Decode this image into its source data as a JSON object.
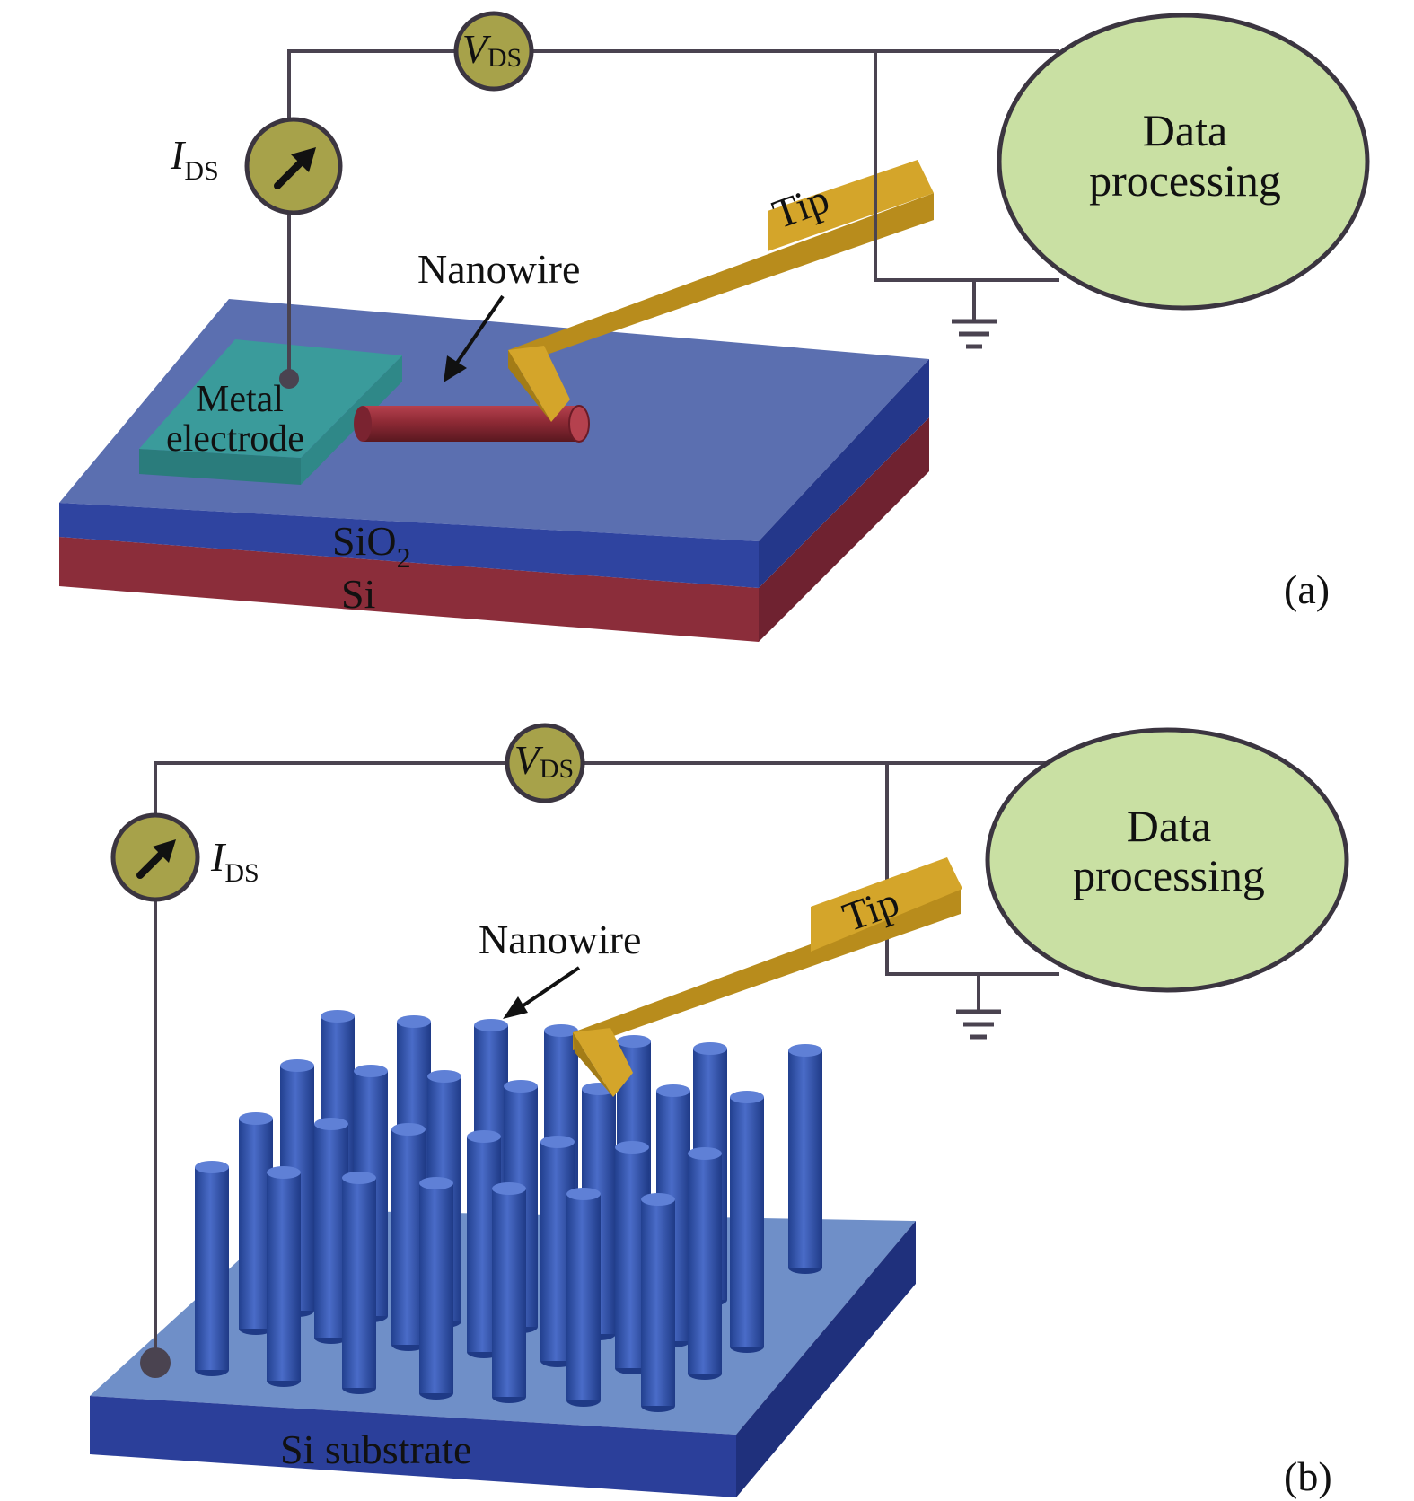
{
  "colors": {
    "meter_fill": "#a7a24a",
    "sio2": "#5b6fb0",
    "sio2_edge": "#2f44a0",
    "si": "#8b2d3a",
    "electrode": "#3a9b9b",
    "nanowire_a": "#8e2a35",
    "tip": "#d4a52a",
    "processor": "#c9e0a3",
    "substrate_top": "#6f8fc8",
    "substrate_side": "#2b3f9a",
    "nanowire_b": "#3153b0"
  },
  "panel_a": {
    "label": "(a)",
    "vds": {
      "symbol": "V",
      "subscript": "DS"
    },
    "ids": {
      "symbol": "I",
      "subscript": "DS"
    },
    "processor": {
      "line1": "Data",
      "line2": "processing"
    },
    "tip_label": "Tip",
    "nanowire_label": "Nanowire",
    "electrode": {
      "line1": "Metal",
      "line2": "electrode"
    },
    "sio2": {
      "base": "SiO",
      "subscript": "2"
    },
    "si_label": "Si",
    "icons": {
      "ammeter": "ammeter-arrow-icon",
      "ground": "ground-icon"
    }
  },
  "panel_b": {
    "label": "(b)",
    "vds": {
      "symbol": "V",
      "subscript": "DS"
    },
    "ids": {
      "symbol": "I",
      "subscript": "DS"
    },
    "processor": {
      "line1": "Data",
      "line2": "processing"
    },
    "tip_label": "Tip",
    "nanowire_label": "Nanowire",
    "substrate_label": "Si substrate",
    "icons": {
      "ammeter": "ammeter-arrow-icon",
      "ground": "ground-icon"
    }
  }
}
